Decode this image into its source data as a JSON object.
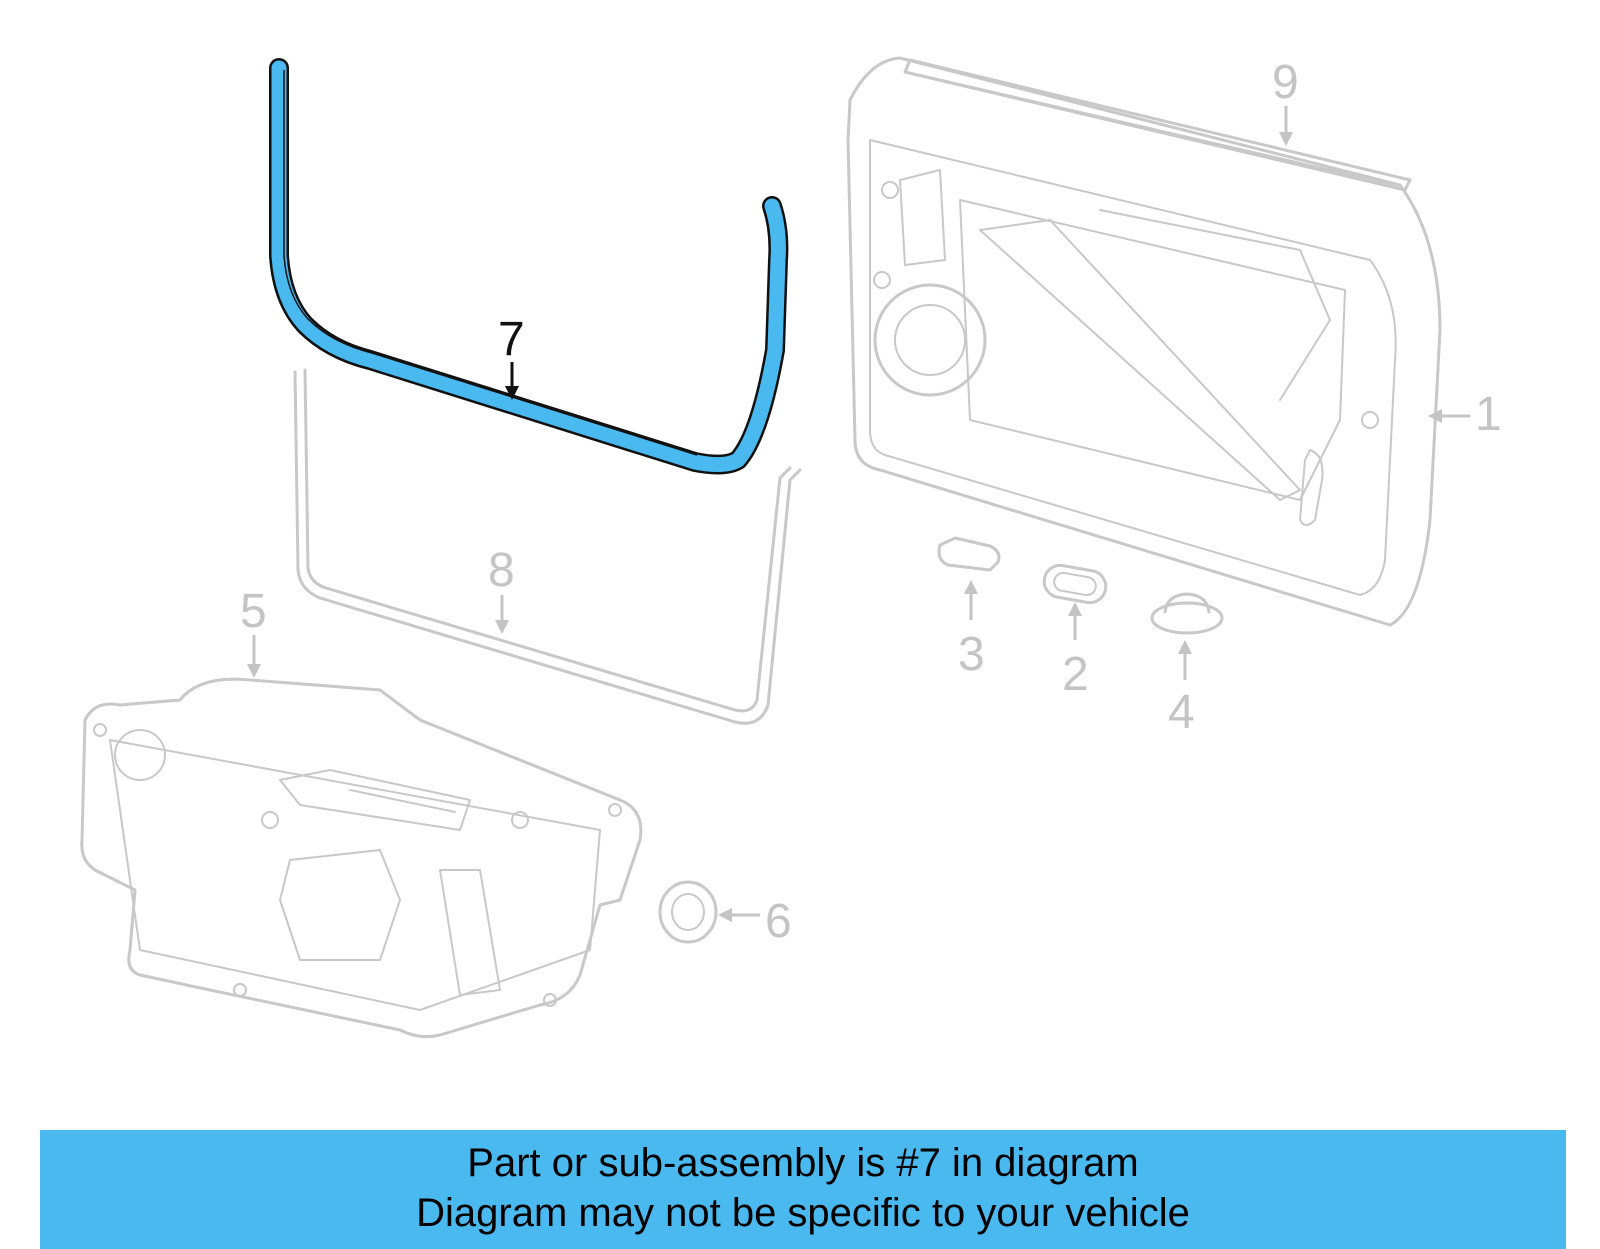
{
  "diagram": {
    "highlight_color": "#4ab9ef",
    "highlighted_part": "7",
    "callouts": [
      {
        "id": "1",
        "label": "1"
      },
      {
        "id": "2",
        "label": "2"
      },
      {
        "id": "3",
        "label": "3"
      },
      {
        "id": "4",
        "label": "4"
      },
      {
        "id": "5",
        "label": "5"
      },
      {
        "id": "6",
        "label": "6"
      },
      {
        "id": "7",
        "label": "7"
      },
      {
        "id": "8",
        "label": "8"
      },
      {
        "id": "9",
        "label": "9"
      }
    ]
  },
  "banner": {
    "line1": "Part or sub-assembly is #7 in diagram",
    "line2": "Diagram may not be specific to your vehicle",
    "background": "#4ab9ef"
  }
}
